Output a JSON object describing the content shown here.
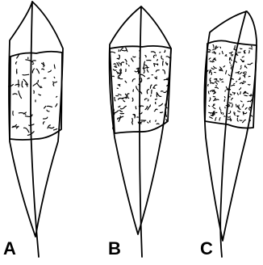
{
  "figure": {
    "panels": [
      {
        "id": "A",
        "label": "A"
      },
      {
        "id": "B",
        "label": "B"
      },
      {
        "id": "C",
        "label": "C"
      }
    ],
    "colors": {
      "ink": "#000000",
      "background": "#ffffff"
    }
  }
}
